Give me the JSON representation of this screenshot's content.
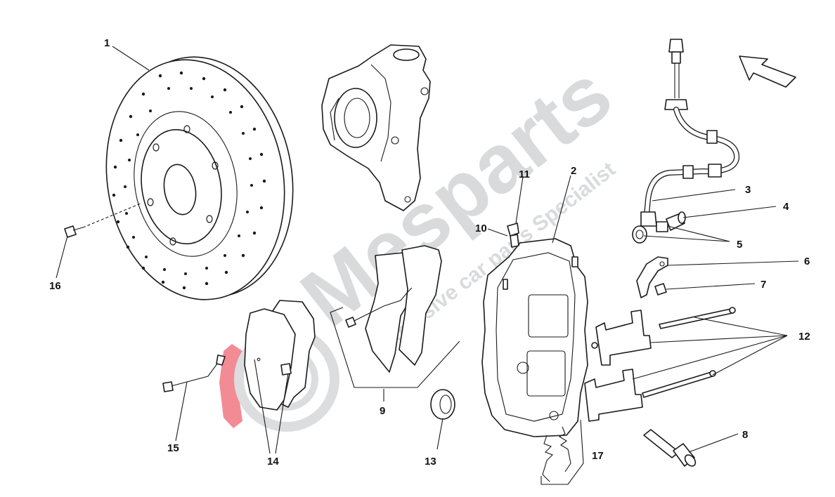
{
  "watermark": {
    "brand": "Mesparts",
    "tagline": "Exclusive car parts Specialist",
    "brand_color": "#b9bcc0",
    "accent_color": "#e8192c"
  },
  "callouts": [
    {
      "id": "1",
      "label": "1"
    },
    {
      "id": "2",
      "label": "2"
    },
    {
      "id": "3",
      "label": "3"
    },
    {
      "id": "4",
      "label": "4"
    },
    {
      "id": "5",
      "label": "5"
    },
    {
      "id": "6",
      "label": "6"
    },
    {
      "id": "7",
      "label": "7"
    },
    {
      "id": "8",
      "label": "8"
    },
    {
      "id": "9",
      "label": "9"
    },
    {
      "id": "10",
      "label": "10"
    },
    {
      "id": "11",
      "label": "11"
    },
    {
      "id": "12",
      "label": "12"
    },
    {
      "id": "13",
      "label": "13"
    },
    {
      "id": "14",
      "label": "14"
    },
    {
      "id": "15",
      "label": "15"
    },
    {
      "id": "16",
      "label": "16"
    },
    {
      "id": "17",
      "label": "17"
    }
  ]
}
